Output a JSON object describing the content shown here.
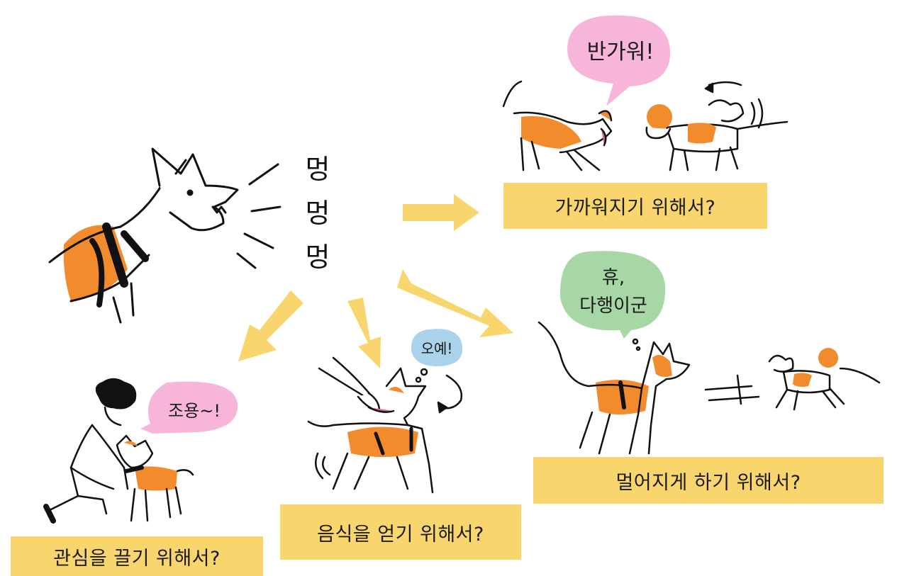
{
  "bark": [
    "멍",
    "멍",
    "멍"
  ],
  "outcomes": {
    "approach": "가까워지기 위해서?",
    "distance": "멀어지게 하기 위해서?",
    "attention": "관심을 끌기 위해서?",
    "food": "음식을 얻기 위해서?"
  },
  "bubbles": {
    "greeting": "반가워!",
    "relief_line1": "휴,",
    "relief_line2": "다행이군",
    "hush": "조용~!",
    "yay": "오예!"
  },
  "colors": {
    "arrow": "#f9d66d",
    "label_box": "#f9d66d",
    "dog_orange": "#f28b2c",
    "bubble_pink": "#f7b6d9",
    "bubble_green": "#a6d7a4",
    "bubble_blue": "#a8d3ea"
  }
}
